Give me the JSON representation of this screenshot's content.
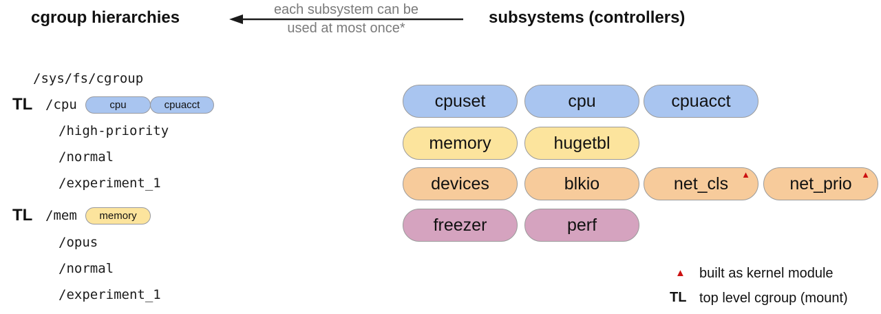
{
  "colors": {
    "blue": "#a9c5f0",
    "yellow": "#fce49d",
    "orange": "#f7cb9b",
    "pink": "#d5a3bf",
    "pill_border": "#9a9a9a",
    "module_red": "#cc1111",
    "note_gray": "#7a7a7a",
    "text_black": "#111111"
  },
  "header": {
    "left_title": "cgroup hierarchies",
    "right_title": "subsystems (controllers)",
    "arrow_note_line1": "each subsystem can be",
    "arrow_note_line2": "used at most once*"
  },
  "tree": {
    "root": "/sys/fs/cgroup",
    "mounts": [
      {
        "tl": "TL",
        "path": "/cpu",
        "attached": [
          {
            "label": "cpu",
            "color": "blue"
          },
          {
            "label": "cpuacct",
            "color": "blue"
          }
        ],
        "children": [
          "/high-priority",
          "/normal",
          "/experiment_1"
        ]
      },
      {
        "tl": "TL",
        "path": "/mem",
        "attached": [
          {
            "label": "memory",
            "color": "yellow"
          }
        ],
        "children": [
          "/opus",
          "/normal",
          "/experiment_1"
        ]
      }
    ]
  },
  "subsystems": {
    "module_marker": "▲",
    "rows": [
      {
        "color": "blue",
        "items": [
          {
            "label": "cpuset"
          },
          {
            "label": "cpu"
          },
          {
            "label": "cpuacct"
          }
        ]
      },
      {
        "color": "yellow",
        "items": [
          {
            "label": "memory"
          },
          {
            "label": "hugetbl"
          }
        ]
      },
      {
        "color": "orange",
        "items": [
          {
            "label": "devices"
          },
          {
            "label": "blkio"
          },
          {
            "label": "net_cls",
            "module": true
          },
          {
            "label": "net_prio",
            "module": true
          }
        ]
      },
      {
        "color": "pink",
        "items": [
          {
            "label": "freezer"
          },
          {
            "label": "perf"
          }
        ]
      }
    ]
  },
  "legend": {
    "items": [
      {
        "symbol": "▲",
        "label": "built as kernel module"
      },
      {
        "symbol": "TL",
        "label": "top level cgroup (mount)"
      }
    ]
  }
}
